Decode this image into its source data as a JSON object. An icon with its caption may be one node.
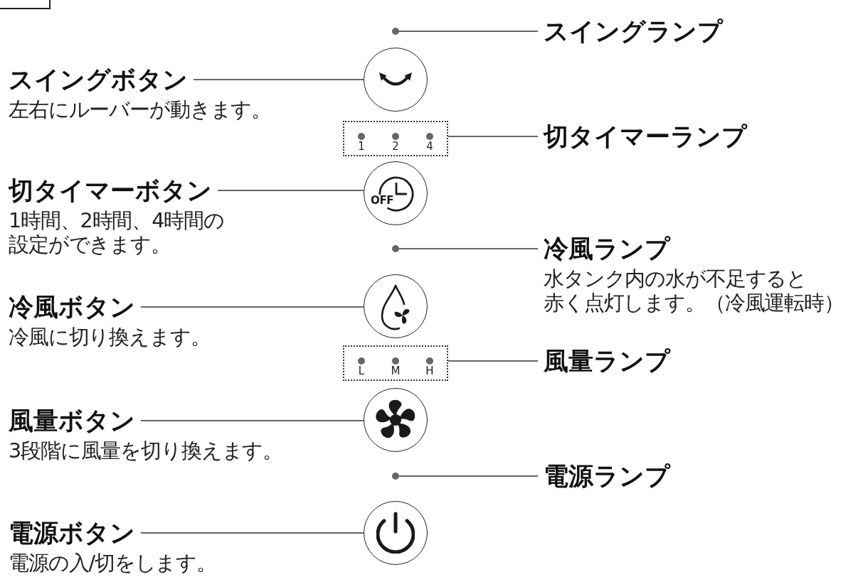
{
  "diagram": {
    "nodes": [
      {
        "text": [],
        "shape": "circle"
      },
      {
        "text": [
          "スイングランプ"
        ]
      },
      {
        "text": [
          "スイングボタン"
        ],
        "beside": [
          "左右にルーバーが動きます。"
        ]
      },
      {
        "text": [],
        "shape": "circle"
      },
      {
        "text": [
          "1",
          "2",
          "4"
        ]
      },
      {
        "text": [
          "切タイマーランプ"
        ]
      },
      {
        "text": [
          "切タイマーボタン"
        ],
        "beside": [
          "1時間、2時間、4時間の設定ができます。"
        ]
      },
      {
        "text": [
          "OFF"
        ]
      },
      {
        "text": [],
        "shape": "circle"
      },
      {
        "text": [
          "冷風ランプ"
        ],
        "beside": [
          "水タンク内の水が不足すると赤く点灯します。（冷風運転時）"
        ]
      },
      {
        "text": [
          "冷風ボタン"
        ],
        "beside": [
          "冷風に切り換えます。"
        ]
      },
      {
        "text": [],
        "shape": "circle"
      },
      {
        "text": [
          "L",
          "M",
          "H"
        ]
      },
      {
        "text": [
          "風量ランプ"
        ]
      },
      {
        "text": [
          "風量ボタン"
        ],
        "beside": [
          "3段階に風量を切り換えます。"
        ]
      },
      {
        "text": [],
        "shape": "circle"
      },
      {
        "text": [],
        "shape": "circle"
      },
      {
        "text": [
          "電源ランプ"
        ]
      },
      {
        "text": [
          "電源ボタン"
        ],
        "beside": [
          "電源の入/切をします。"
        ]
      },
      {
        "text": [],
        "shape": "circle"
      }
    ],
    "edges": [
      {
        "from": 1,
        "to": 0,
        "arrow": "none"
      },
      {
        "from": 2,
        "to": 3,
        "arrow": "none"
      },
      {
        "from": 5,
        "to": 4,
        "arrow": "none"
      },
      {
        "from": 6,
        "to": 7,
        "arrow": "none"
      },
      {
        "from": 9,
        "to": 8,
        "arrow": "none"
      },
      {
        "from": 10,
        "to": 11,
        "arrow": "none"
      },
      {
        "from": 13,
        "to": 12,
        "arrow": "none"
      },
      {
        "from": 14,
        "to": 15,
        "arrow": "none"
      },
      {
        "from": 17,
        "to": 16,
        "arrow": "none"
      },
      {
        "from": 18,
        "to": 19,
        "arrow": "none"
      }
    ]
  }
}
